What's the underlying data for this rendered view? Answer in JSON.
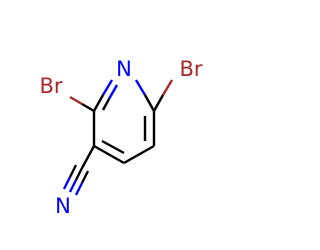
{
  "molecule": {
    "atoms": {
      "ring_nitrogen": {
        "label": "N",
        "color": "#0000ff"
      },
      "bromine_left": {
        "label": "Br",
        "color": "#a52a2a"
      },
      "bromine_right": {
        "label": "Br",
        "color": "#a52a2a"
      },
      "nitrile_nitrogen": {
        "label": "N",
        "color": "#0000ff"
      }
    },
    "bond_color": "#000000"
  }
}
